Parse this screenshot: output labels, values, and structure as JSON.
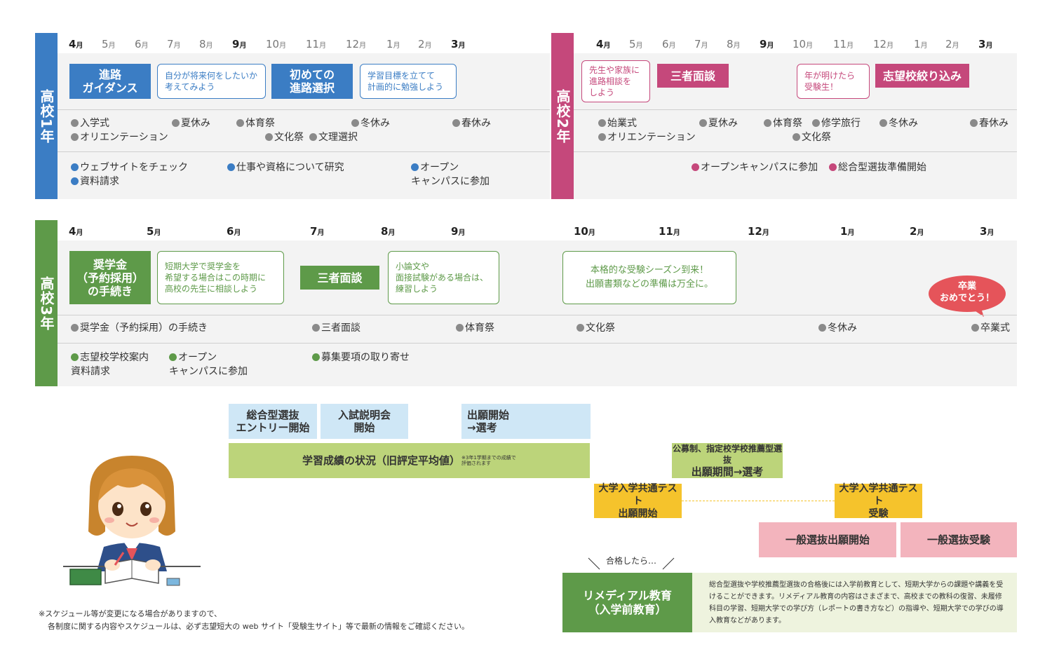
{
  "colors": {
    "blue": "#3b7dc4",
    "pink": "#c5487b",
    "green": "#5e9a49",
    "gray": "#8a8a8a",
    "lightblue": "#cfe7f6",
    "lime": "#bcd47a",
    "yellow": "#f5c32c",
    "salmon": "#f3b4bd",
    "red": "#e5545a",
    "paleGreen": "#eef3de"
  },
  "y1": {
    "label": "高校1年",
    "months": [
      {
        "n": "4",
        "u": "月"
      },
      {
        "n": "5",
        "u": "月"
      },
      {
        "n": "6",
        "u": "月"
      },
      {
        "n": "7",
        "u": "月"
      },
      {
        "n": "8",
        "u": "月"
      },
      {
        "n": "9",
        "u": "月"
      },
      {
        "n": "10",
        "u": "月"
      },
      {
        "n": "11",
        "u": "月"
      },
      {
        "n": "12",
        "u": "月"
      },
      {
        "n": "1",
        "u": "月"
      },
      {
        "n": "2",
        "u": "月"
      },
      {
        "n": "3",
        "u": "月"
      }
    ],
    "box1": "進路\nガイダンス",
    "call1": "自分が将来何をしたいか\n考えてみよう",
    "box2": "初めての\n進路選択",
    "call2": "学習目標を立てて\n計画的に勉強しよう",
    "events": [
      "入学式",
      "オリエンテーション",
      "夏休み",
      "体育祭",
      "文化祭",
      "文理選択",
      "冬休み",
      "春休み"
    ],
    "actions": [
      "ウェブサイトをチェック",
      "資料請求",
      "仕事や資格について研究",
      "オープン\nキャンパスに参加"
    ]
  },
  "y2": {
    "label": "高校2年",
    "months": [
      {
        "n": "4",
        "u": "月"
      },
      {
        "n": "5",
        "u": "月"
      },
      {
        "n": "6",
        "u": "月"
      },
      {
        "n": "7",
        "u": "月"
      },
      {
        "n": "8",
        "u": "月"
      },
      {
        "n": "9",
        "u": "月"
      },
      {
        "n": "10",
        "u": "月"
      },
      {
        "n": "11",
        "u": "月"
      },
      {
        "n": "12",
        "u": "月"
      },
      {
        "n": "1",
        "u": "月"
      },
      {
        "n": "2",
        "u": "月"
      },
      {
        "n": "3",
        "u": "月"
      }
    ],
    "call1": "先生や家族に\n進路相談を\nしよう",
    "box1": "三者面談",
    "call2": "年が明けたら\n受験生！",
    "box2": "志望校絞り込み",
    "events": [
      "始業式",
      "オリエンテーション",
      "夏休み",
      "体育祭",
      "修学旅行",
      "文化祭",
      "冬休み",
      "春休み"
    ],
    "actions": [
      "オープンキャンパスに参加",
      "総合型選抜準備開始"
    ]
  },
  "y3": {
    "label": "高校3年",
    "months": [
      {
        "n": "4",
        "u": "月"
      },
      {
        "n": "5",
        "u": "月"
      },
      {
        "n": "6",
        "u": "月"
      },
      {
        "n": "7",
        "u": "月"
      },
      {
        "n": "8",
        "u": "月"
      },
      {
        "n": "9",
        "u": "月"
      },
      {
        "n": "10",
        "u": "月"
      },
      {
        "n": "11",
        "u": "月"
      },
      {
        "n": "12",
        "u": "月"
      },
      {
        "n": "1",
        "u": "月"
      },
      {
        "n": "2",
        "u": "月"
      },
      {
        "n": "3",
        "u": "月"
      }
    ],
    "box1": "奨学金\n（予約採用）\nの手続き",
    "call1": "短期大学で奨学金を\n希望する場合はこの時期に\n高校の先生に相談しよう",
    "box2": "三者面談",
    "call2": "小論文や\n面接試験がある場合は、\n練習しよう",
    "call3": "本格的な受験シーズン到来！\n出願書類などの準備は万全に。",
    "bubble": "卒業\nおめでとう！",
    "events": [
      "奨学金（予約採用）の手続き",
      "三者面談",
      "体育祭",
      "文化祭",
      "冬休み",
      "卒業式"
    ],
    "actions": [
      "志望校学校案内\n資料請求",
      "オープン\nキャンパスに参加",
      "募集要項の取り寄せ"
    ]
  },
  "schedule": {
    "s1": "総合型選抜\nエントリー開始",
    "s2": "入試説明会\n開始",
    "s3": "出願開始\n→選考",
    "grade": "学習成績の状況（旧評定平均値）",
    "gradeNote": "※3年1学期までの成績で評価されます",
    "suisen1": "公募制、指定校学校推薦型選抜",
    "suisen2": "出願期間→選考",
    "kyotsu1": "大学入学共通テスト\n出願開始",
    "kyotsu2": "大学入学共通テスト\n受験",
    "ippan1": "一般選抜出願開始",
    "ippan2": "一般選抜受験",
    "passed": "合格したら…",
    "remedial": "リメディアル教育\n（入学前教育）",
    "remedialDesc": "総合型選抜や学校推薦型選抜の合格後には入学前教育として、短期大学からの課題や講義を受けることができます。リメディアル教育の内容はさまざまで、高校までの教科の復習、未履修科目の学習、短期大学での学び方（レポートの書き方など）の指導や、短期大学での学びの導入教育などがあります。"
  },
  "footer": {
    "line1": "※スケジュール等が変更になる場合がありますので、",
    "line2": "各制度に関する内容やスケジュールは、必ず志望短大の web サイト「受験生サイト」等で最新の情報をご確認ください。"
  }
}
